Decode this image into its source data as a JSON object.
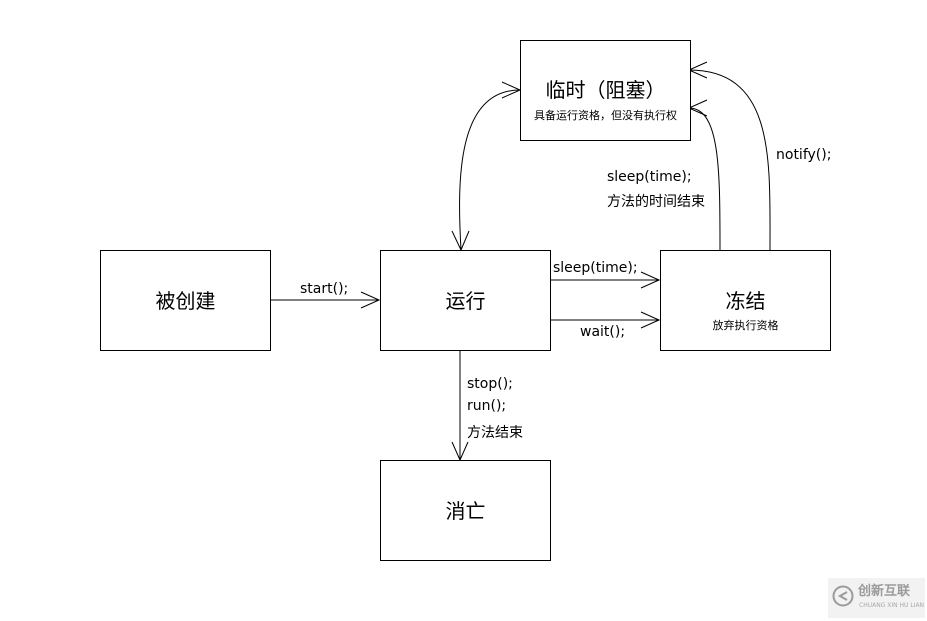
{
  "nodes": {
    "created": {
      "title": "被创建"
    },
    "temporary": {
      "title": "临时（阻塞）",
      "subtitle": "具备运行资格，但没有执行权"
    },
    "running": {
      "title": "运行"
    },
    "frozen": {
      "title": "冻结",
      "subtitle": "放弃执行资格"
    },
    "dead": {
      "title": "消亡"
    }
  },
  "edges": {
    "start": {
      "label": "start();"
    },
    "sleep_to_frozen": {
      "label": "sleep(time);"
    },
    "wait": {
      "label": "wait();"
    },
    "sleep_back": {
      "line1": "sleep(time);",
      "line2": "方法的时间结束"
    },
    "notify": {
      "label": "notify();"
    },
    "stop": {
      "line1": "stop();",
      "line2": "run();",
      "line3": "方法结束"
    }
  },
  "watermark": {
    "brand": "创新互联",
    "brand_sub": "CHUANG XIN HU LIAN"
  }
}
